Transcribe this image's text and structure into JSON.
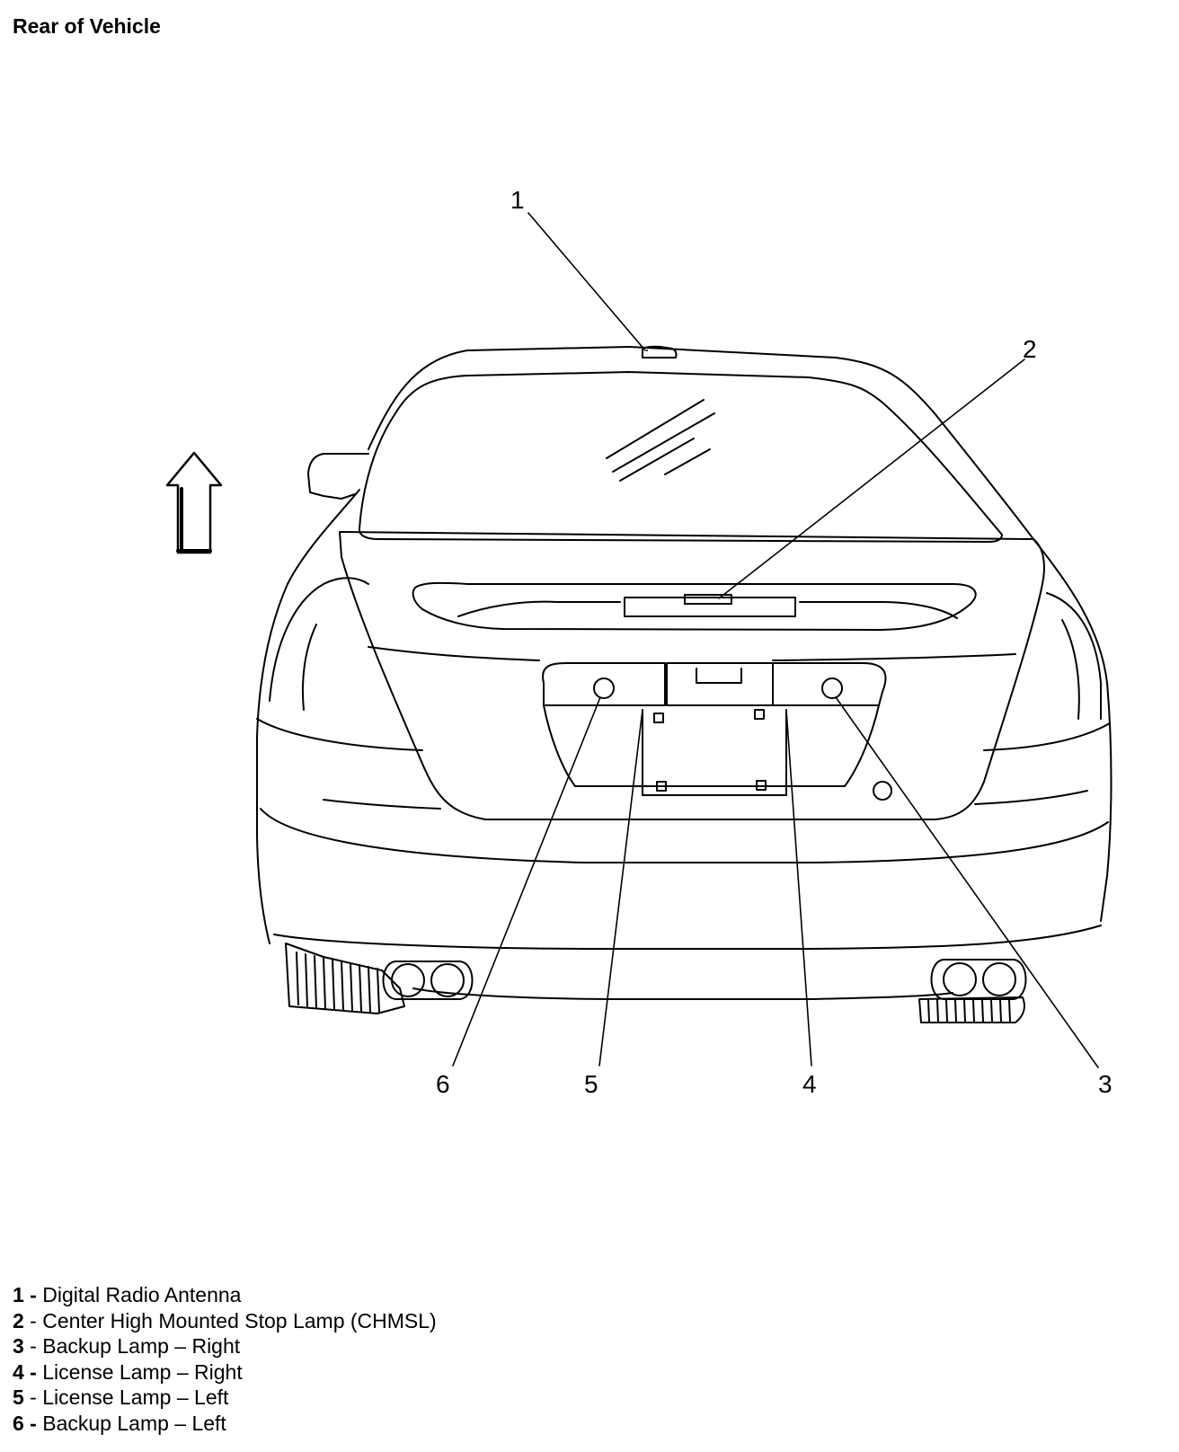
{
  "title": "Rear of Vehicle",
  "icons": {
    "direction": "up-arrow-icon"
  },
  "callouts": [
    {
      "number": "1"
    },
    {
      "number": "2"
    },
    {
      "number": "3"
    },
    {
      "number": "4"
    },
    {
      "number": "5"
    },
    {
      "number": "6"
    }
  ],
  "legend": [
    {
      "number": "1",
      "separator": " - ",
      "text": "Digital Radio Antenna"
    },
    {
      "number": "2",
      "separator": " - ",
      "text": "Center High Mounted Stop Lamp (CHMSL)"
    },
    {
      "number": "3",
      "separator": " - ",
      "text": "Backup Lamp – Right"
    },
    {
      "number": "4",
      "separator": " - ",
      "text": "License Lamp – Right"
    },
    {
      "number": "5",
      "separator": " - ",
      "text": "License Lamp – Left"
    },
    {
      "number": "6",
      "separator": " - ",
      "text": "Backup Lamp – Left"
    }
  ]
}
